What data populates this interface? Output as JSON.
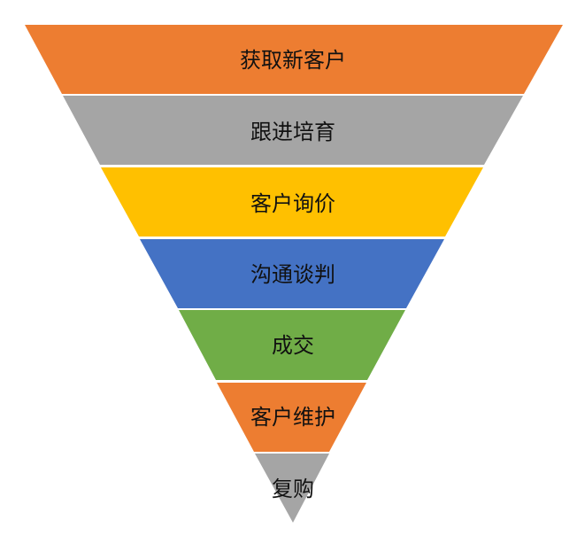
{
  "funnel": {
    "stages": [
      {
        "label": "获取新客户",
        "color": "#ED7D31"
      },
      {
        "label": "跟进培育",
        "color": "#A5A5A5"
      },
      {
        "label": "客户询价",
        "color": "#FFC000"
      },
      {
        "label": "沟通谈判",
        "color": "#4472C4"
      },
      {
        "label": "成交",
        "color": "#70AD47"
      },
      {
        "label": "客户维护",
        "color": "#ED7D31"
      },
      {
        "label": "复购",
        "color": "#A5A5A5"
      }
    ]
  }
}
